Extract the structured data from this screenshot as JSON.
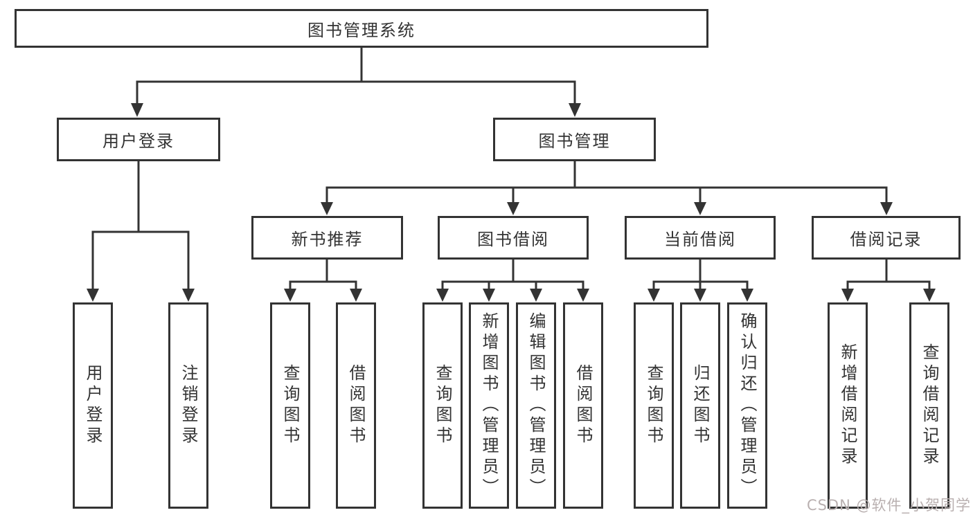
{
  "diagram": {
    "root": {
      "label": "图书管理系统"
    },
    "level2": [
      {
        "label": "用户登录"
      },
      {
        "label": "图书管理"
      }
    ],
    "level3": [
      {
        "label": "新书推荐"
      },
      {
        "label": "图书借阅"
      },
      {
        "label": "当前借阅"
      },
      {
        "label": "借阅记录"
      }
    ],
    "leaves": [
      {
        "label": "用户登录"
      },
      {
        "label": "注销登录"
      },
      {
        "label": "查询图书"
      },
      {
        "label": "借阅图书"
      },
      {
        "label": "查询图书"
      },
      {
        "label": "新增图书（管理员）"
      },
      {
        "label": "编辑图书（管理员）"
      },
      {
        "label": "借阅图书"
      },
      {
        "label": "查询图书"
      },
      {
        "label": "归还图书"
      },
      {
        "label": "确认归还（管理员）"
      },
      {
        "label": "新增借阅记录"
      },
      {
        "label": "查询借阅记录"
      }
    ]
  },
  "watermark": {
    "text": "CSDN @软件_小贺同学"
  },
  "colors": {
    "line": "#333333",
    "box_border": "#333333",
    "text": "#333333",
    "watermark": "#b9b0b0",
    "background": "#ffffff"
  }
}
